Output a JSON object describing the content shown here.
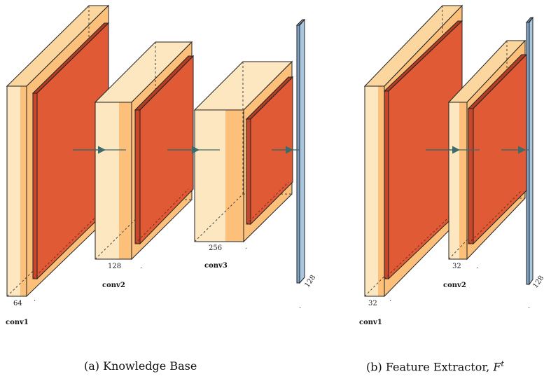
{
  "panel_a": {
    "layers": [
      {
        "name": "conv1",
        "size": "64"
      },
      {
        "name": "conv2",
        "size": "128"
      },
      {
        "name": "conv3",
        "size": "256"
      }
    ],
    "output_size": "128",
    "caption": "(a) Knowledge Base"
  },
  "panel_b": {
    "layers": [
      {
        "name": "conv1",
        "size": "32"
      },
      {
        "name": "conv2",
        "size": "32"
      }
    ],
    "output_size": "128",
    "caption_text": "(b) Feature Extractor, ",
    "caption_symbol": "F",
    "caption_sup": "t"
  },
  "colors": {
    "conv_front": "#fde7c0",
    "conv_band": "#fcc07a",
    "conv_side": "#fbd79f",
    "relu_face": "#e05a35",
    "output": "#a9c6e0",
    "arrow": "#3b6b6b"
  }
}
